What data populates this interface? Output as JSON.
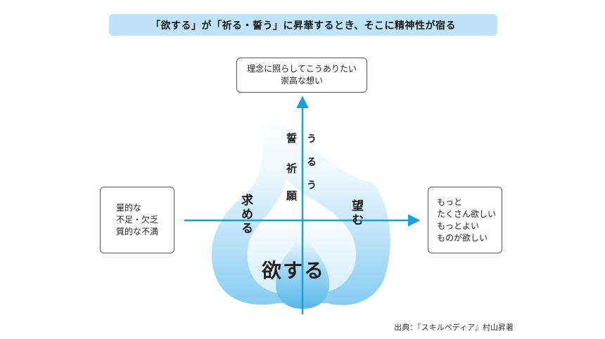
{
  "banner": {
    "title": "「欲する」が「祈る・誓う」に昇華するとき、そこに精神性が宿る"
  },
  "top_box": {
    "lines": [
      "理念に照らしてこうありたい",
      "崇高な想い"
    ]
  },
  "left_box": {
    "lines": [
      "量的な",
      "不足・欠乏",
      "質的な不満"
    ]
  },
  "right_box": {
    "lines": [
      "もっと",
      "たくさん欲しい",
      "もっとよい",
      "ものが欲しい"
    ]
  },
  "flame": {
    "center_label": "欲する",
    "left_vertical": "求める",
    "right_vertical": "望む",
    "axis_col_left": [
      "誓",
      "祈",
      "願"
    ],
    "axis_col_right": "うるう"
  },
  "colors": {
    "banner": "#bfe3f8",
    "arrow": "#1aa0dd",
    "flame_light": "#eaf6fd",
    "flame_mid": "#8fd0f3"
  },
  "source": "出典：『スキルペディア』村山昇著"
}
